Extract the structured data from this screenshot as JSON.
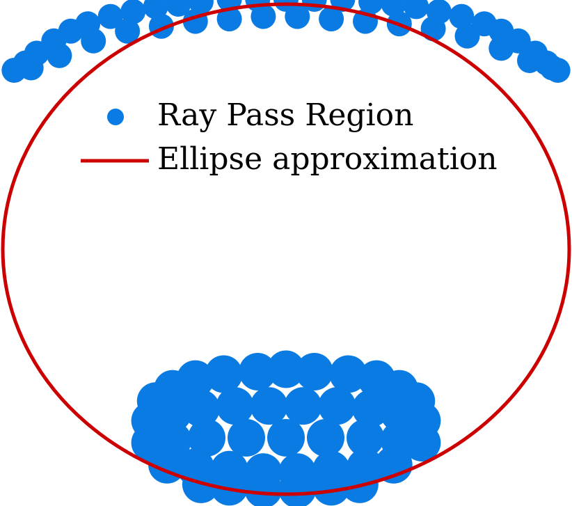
{
  "chart_data": {
    "type": "scatter",
    "title": "",
    "xlabel": "",
    "ylabel": "",
    "grid": false,
    "axes_visible": false,
    "legend_position": "top",
    "series": [
      {
        "name": "Ray Pass Region",
        "kind": "scatter",
        "color": "#0a7be3",
        "clusters": [
          {
            "region": "top-arc",
            "points": [
              [
                -0.96,
                0.73
              ],
              [
                -0.92,
                0.76
              ],
              [
                -0.88,
                0.8
              ],
              [
                -0.82,
                0.85
              ],
              [
                -0.76,
                0.89
              ],
              [
                -0.7,
                0.92
              ],
              [
                -0.62,
                0.95
              ],
              [
                -0.54,
                0.97
              ],
              [
                -0.46,
                0.99
              ],
              [
                -0.38,
                1.0
              ],
              [
                -0.3,
                1.01
              ],
              [
                -0.2,
                1.02
              ],
              [
                -0.1,
                1.02
              ],
              [
                0.0,
                1.02
              ],
              [
                0.1,
                1.02
              ],
              [
                0.2,
                1.02
              ],
              [
                0.3,
                1.01
              ],
              [
                0.38,
                1.0
              ],
              [
                0.46,
                0.99
              ],
              [
                0.54,
                0.97
              ],
              [
                0.62,
                0.95
              ],
              [
                0.7,
                0.92
              ],
              [
                0.76,
                0.89
              ],
              [
                0.82,
                0.85
              ],
              [
                0.88,
                0.8
              ],
              [
                0.92,
                0.76
              ],
              [
                0.96,
                0.73
              ],
              [
                -0.9,
                0.74
              ],
              [
                -0.8,
                0.79
              ],
              [
                -0.68,
                0.85
              ],
              [
                -0.56,
                0.89
              ],
              [
                -0.44,
                0.91
              ],
              [
                -0.32,
                0.93
              ],
              [
                -0.2,
                0.94
              ],
              [
                -0.08,
                0.95
              ],
              [
                0.04,
                0.95
              ],
              [
                0.16,
                0.94
              ],
              [
                0.28,
                0.93
              ],
              [
                0.4,
                0.92
              ],
              [
                0.52,
                0.9
              ],
              [
                0.64,
                0.87
              ],
              [
                0.76,
                0.82
              ],
              [
                0.86,
                0.77
              ],
              [
                0.94,
                0.74
              ]
            ]
          },
          {
            "region": "bottom-blob",
            "points": [
              [
                -0.46,
                -0.62
              ],
              [
                -0.4,
                -0.57
              ],
              [
                -0.32,
                -0.53
              ],
              [
                -0.22,
                -0.51
              ],
              [
                -0.1,
                -0.5
              ],
              [
                0.0,
                -0.49
              ],
              [
                0.1,
                -0.5
              ],
              [
                0.22,
                -0.51
              ],
              [
                0.32,
                -0.53
              ],
              [
                0.4,
                -0.57
              ],
              [
                0.46,
                -0.62
              ],
              [
                -0.48,
                -0.7
              ],
              [
                -0.4,
                -0.67
              ],
              [
                -0.3,
                -0.65
              ],
              [
                -0.18,
                -0.64
              ],
              [
                -0.06,
                -0.64
              ],
              [
                0.06,
                -0.64
              ],
              [
                0.18,
                -0.64
              ],
              [
                0.3,
                -0.65
              ],
              [
                0.4,
                -0.67
              ],
              [
                0.48,
                -0.7
              ],
              [
                -0.48,
                -0.79
              ],
              [
                -0.4,
                -0.78
              ],
              [
                -0.28,
                -0.77
              ],
              [
                -0.14,
                -0.77
              ],
              [
                0.0,
                -0.77
              ],
              [
                0.14,
                -0.77
              ],
              [
                0.28,
                -0.77
              ],
              [
                0.4,
                -0.78
              ],
              [
                0.48,
                -0.79
              ],
              [
                -0.42,
                -0.88
              ],
              [
                -0.32,
                -0.89
              ],
              [
                -0.2,
                -0.9
              ],
              [
                -0.08,
                -0.91
              ],
              [
                0.04,
                -0.91
              ],
              [
                0.16,
                -0.9
              ],
              [
                0.28,
                -0.89
              ],
              [
                0.38,
                -0.88
              ],
              [
                -0.3,
                -0.96
              ],
              [
                -0.2,
                -0.97
              ],
              [
                -0.08,
                -0.98
              ],
              [
                0.04,
                -0.98
              ],
              [
                0.16,
                -0.97
              ],
              [
                0.26,
                -0.96
              ]
            ]
          }
        ]
      },
      {
        "name": "Ellipse approximation",
        "kind": "line",
        "color": "#cc0000",
        "center": [
          0.0,
          0.0
        ],
        "semi_axis_x": 1.0,
        "semi_axis_y": 1.0
      }
    ]
  }
}
